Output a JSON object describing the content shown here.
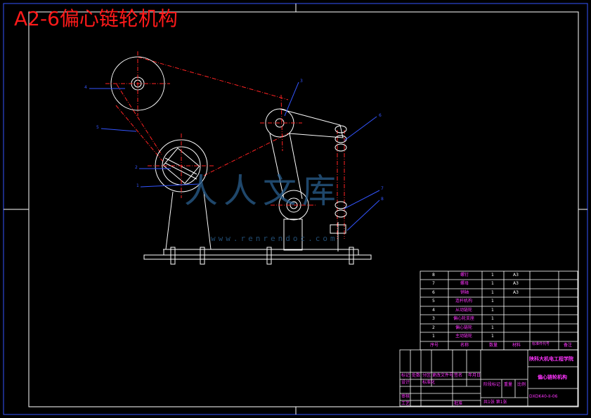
{
  "drawing": {
    "title": "A2-6偏心链轮机构",
    "watermark": "人人文库",
    "watermark_url": "www.renrendoc.com",
    "callouts": [
      "1",
      "2",
      "3",
      "4",
      "5",
      "6",
      "7",
      "8"
    ]
  },
  "parts_list": {
    "rows": [
      {
        "no": "8",
        "name": "螺钉",
        "qty": "1",
        "material": "A3",
        "note": ""
      },
      {
        "no": "7",
        "name": "螺母",
        "qty": "1",
        "material": "A3",
        "note": ""
      },
      {
        "no": "6",
        "name": "销轴",
        "qty": "1",
        "material": "A3",
        "note": ""
      },
      {
        "no": "5",
        "name": "连杆机构",
        "qty": "1",
        "material": "",
        "note": ""
      },
      {
        "no": "4",
        "name": "从动链轮",
        "qty": "1",
        "material": "",
        "note": ""
      },
      {
        "no": "3",
        "name": "偏心轮支座",
        "qty": "1",
        "material": "",
        "note": ""
      },
      {
        "no": "2",
        "name": "偏心链轮",
        "qty": "1",
        "material": "",
        "note": ""
      },
      {
        "no": "1",
        "name": "主动链轮",
        "qty": "1",
        "material": "",
        "note": ""
      }
    ],
    "header": {
      "no": "序号",
      "name": "名称",
      "qty": "数量",
      "material": "材料",
      "standard": "标准件代号",
      "note": "备注"
    }
  },
  "title_block": {
    "school": "陕科大机电工程学院",
    "drawing_name": "偏心链轮机构",
    "drawing_code": "DXDK40-II-06",
    "labels": [
      "标记",
      "处数",
      "分区",
      "更改文件号",
      "签名",
      "年月日"
    ],
    "roles": [
      "设计",
      "审核",
      "工艺",
      "标准化",
      "批准"
    ],
    "stage_label": "阶段标记",
    "weight_label": "重量",
    "scale_label": "比例",
    "sheet_info": "共1张 第1张"
  }
}
